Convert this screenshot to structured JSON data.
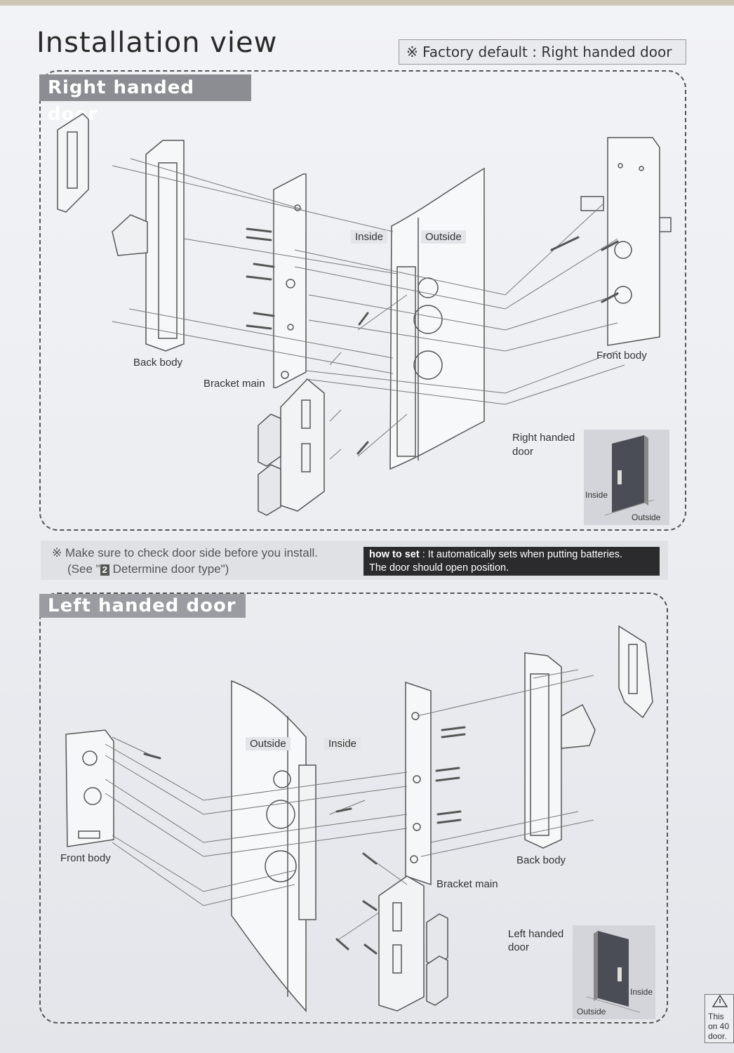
{
  "page": {
    "title": "Installation view",
    "factory_default": "※ Factory default : Right handed door"
  },
  "right_section": {
    "title": "Right handed door",
    "labels": {
      "inside": "Inside",
      "outside": "Outside",
      "back_body": "Back body",
      "bracket_main": "Bracket main",
      "front_body": "Front body",
      "door_type_line1": "Right handed",
      "door_type_line2": "door",
      "pic_inside": "Inside",
      "pic_outside": "Outside"
    }
  },
  "note": {
    "line1": "※ Make sure to check door side before you install.",
    "line2_prefix": "(See \"",
    "line2_num": "2",
    "line2_suffix": " Determine door type\")",
    "how_to_set_label": "how to set",
    "how_to_set_line1": " : It automatically sets when putting batteries.",
    "how_to_set_line2": "The door should open position."
  },
  "left_section": {
    "title": "Left handed door",
    "labels": {
      "outside": "Outside",
      "inside": "Inside",
      "front_body": "Front body",
      "back_body": "Back body",
      "bracket_main": "Bracket main",
      "door_type_line1": "Left handed",
      "door_type_line2": "door",
      "pic_inside": "Inside",
      "pic_outside": "Outside"
    }
  },
  "side_warning": {
    "line1": "This",
    "line2": "on 40",
    "line3": "door."
  }
}
